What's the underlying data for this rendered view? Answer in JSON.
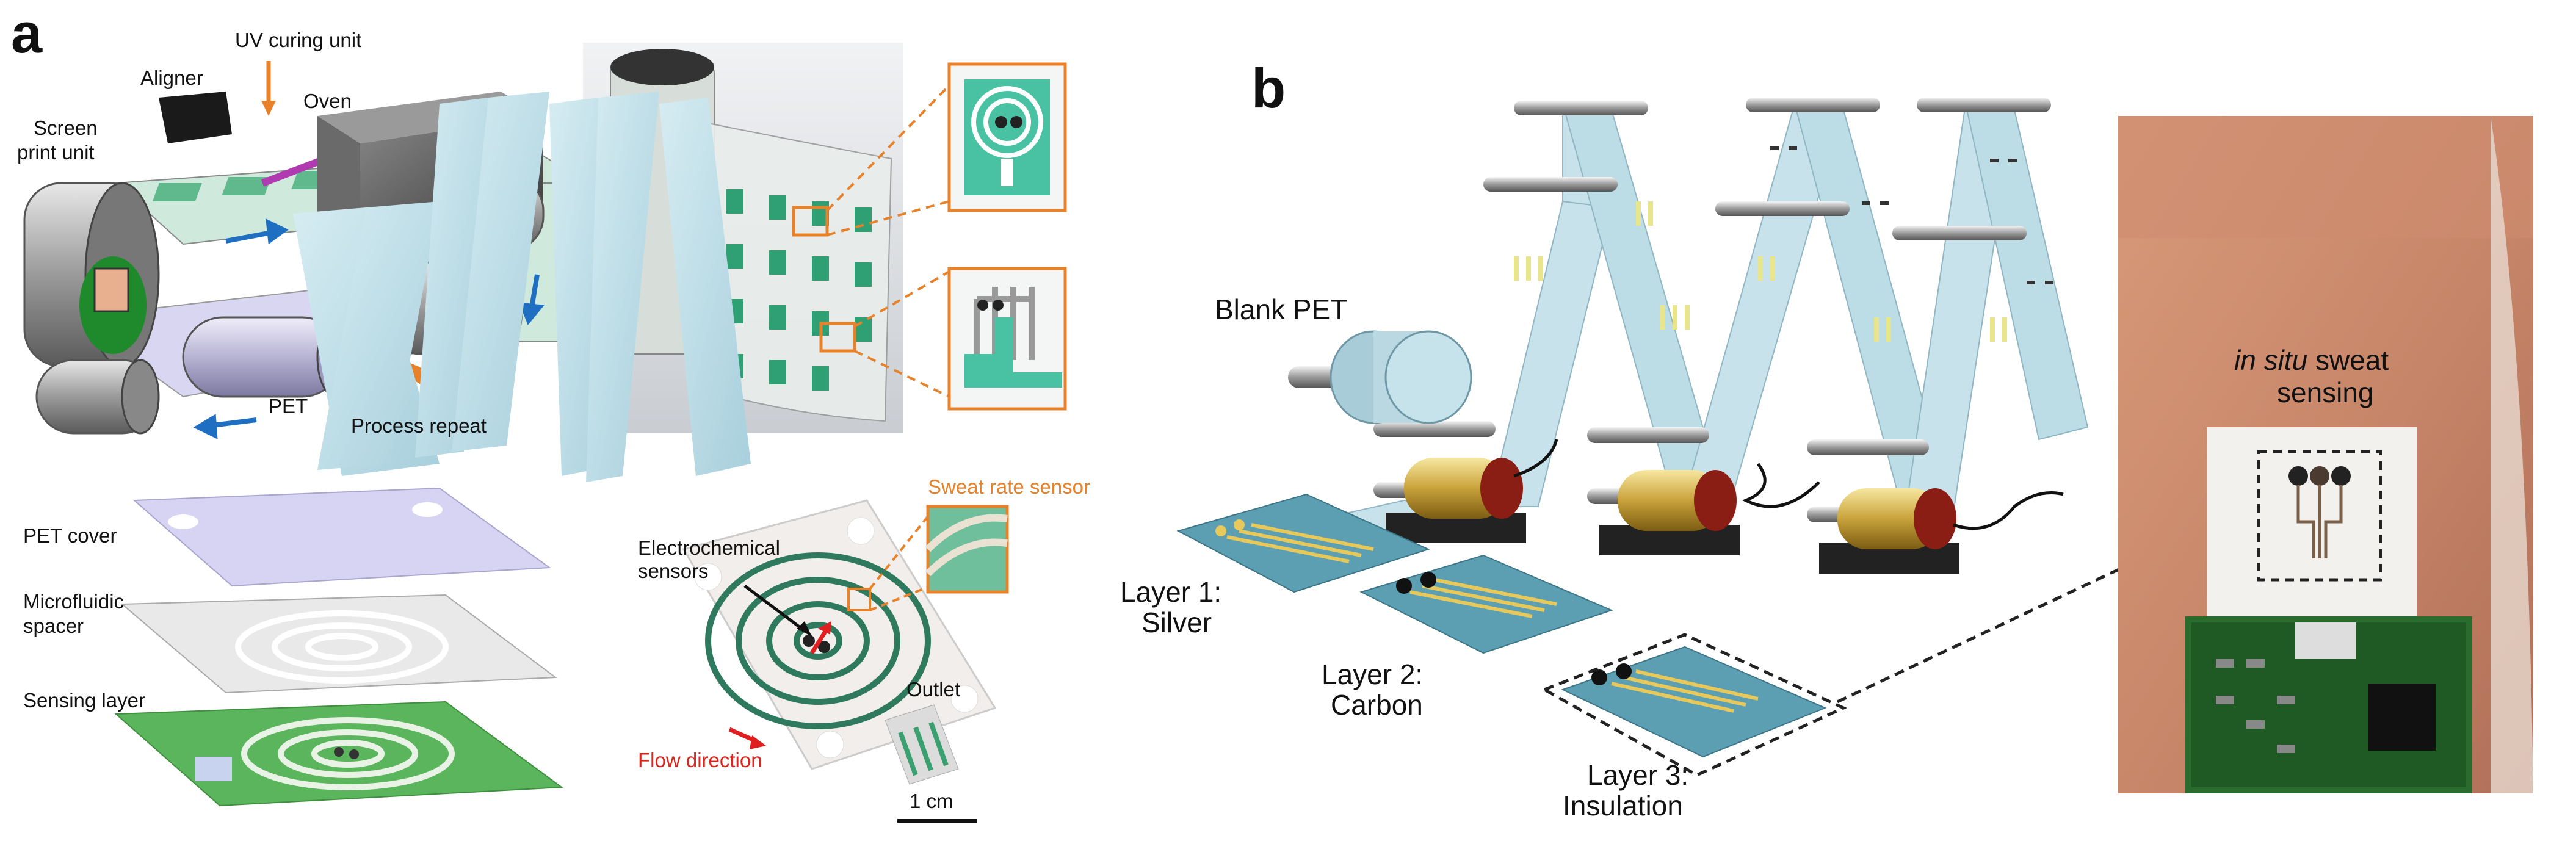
{
  "panels": {
    "a": {
      "letter": "a",
      "roll_to_roll": {
        "uv_curing_unit": "UV curing unit",
        "aligner": "Aligner",
        "oven": "Oven",
        "screen_print_unit_line1": "Screen",
        "screen_print_unit_line2": "print unit",
        "pet": "PET",
        "process_repeat": "Process repeat"
      },
      "layers": {
        "pet_cover": "PET cover",
        "spacer_line1": "Microfluidic",
        "spacer_line2": "spacer",
        "sensing_layer": "Sensing layer"
      },
      "device": {
        "sweat_rate_sensor": "Sweat rate sensor",
        "sensors_line1": "Electrochemical",
        "sensors_line2": "sensors",
        "outlet": "Outlet",
        "flow_direction": "Flow direction",
        "scale_bar": "1 cm"
      }
    },
    "b": {
      "letter": "b",
      "blank_pet": "Blank PET",
      "layer1_line1": "Layer 1:",
      "layer1_line2": "Silver",
      "layer2_line1": "Layer 2:",
      "layer2_line2": "Carbon",
      "layer3_line1": "Layer 3:",
      "layer3_line2": "Insulation",
      "in_situ_italic": "in situ",
      "in_situ_rest": " sweat",
      "sensing": "sensing"
    }
  },
  "colors": {
    "accent_orange": "#e8822a",
    "flow_red": "#d8261c",
    "print_green": "#5fb98c",
    "film_blue": "#bfe0ea"
  }
}
